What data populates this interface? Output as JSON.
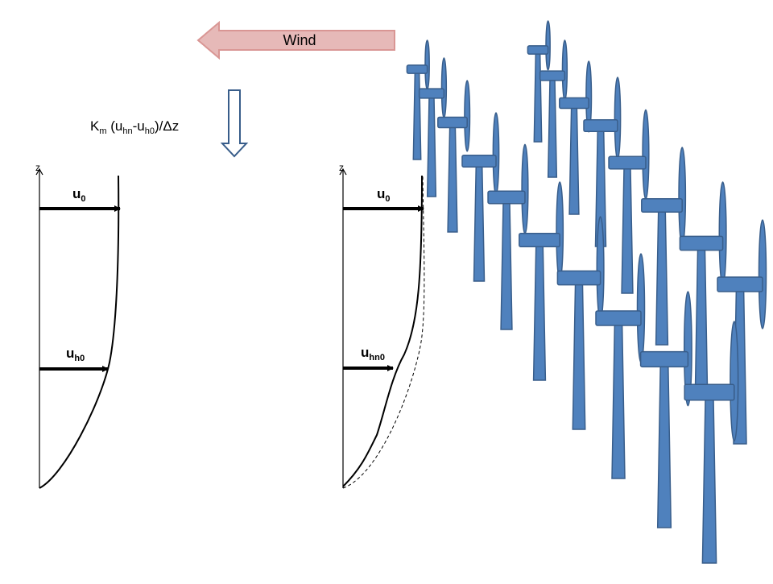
{
  "wind_arrow": {
    "label": "Wind",
    "fill": "#e6b9b8",
    "stroke": "#d99694"
  },
  "flux": {
    "k": "K",
    "k_sub": "m",
    "open": " (u",
    "sub1": "hn",
    "dash": "-u",
    "sub2": "h0",
    "close": ")/Δz"
  },
  "left_profile": {
    "axis_label": "z",
    "top_arrow": {
      "base": "u",
      "sub": "0"
    },
    "hub_arrow": {
      "base": "u",
      "sub": "h0"
    }
  },
  "right_profile": {
    "axis_label": "z",
    "top_arrow": {
      "base": "u",
      "sub": "0"
    },
    "hub_arrow": {
      "base": "u",
      "sub": "hn0"
    }
  },
  "turbines": {
    "fill": "#4f81bd",
    "stroke": "#385d8a"
  }
}
